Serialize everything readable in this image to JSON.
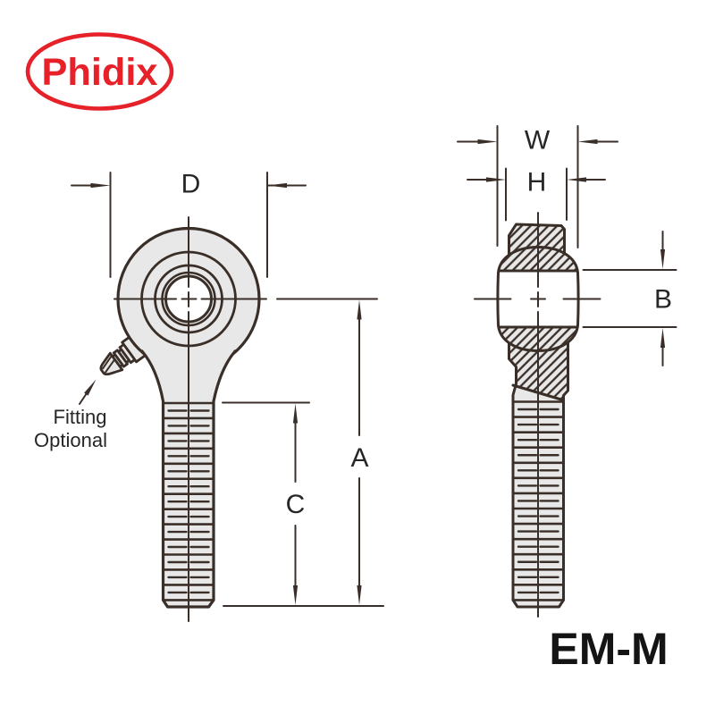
{
  "logo": {
    "text": "Phidix",
    "color": "#e62129"
  },
  "part_code": "EM-M",
  "dimensions": {
    "head_diameter": "D",
    "overall_length": "A",
    "thread_length": "C",
    "ball_width": "W",
    "housing_width": "H",
    "race_width": "B"
  },
  "annotations": {
    "fitting_note_line1": "Fitting",
    "fitting_note_line2": "Optional"
  },
  "colors": {
    "line": "#3a2f28",
    "fill": "#e8e8e8",
    "white": "#ffffff",
    "label": "#262626",
    "logo_red": "#e62129",
    "part_code_black": "#141414"
  }
}
